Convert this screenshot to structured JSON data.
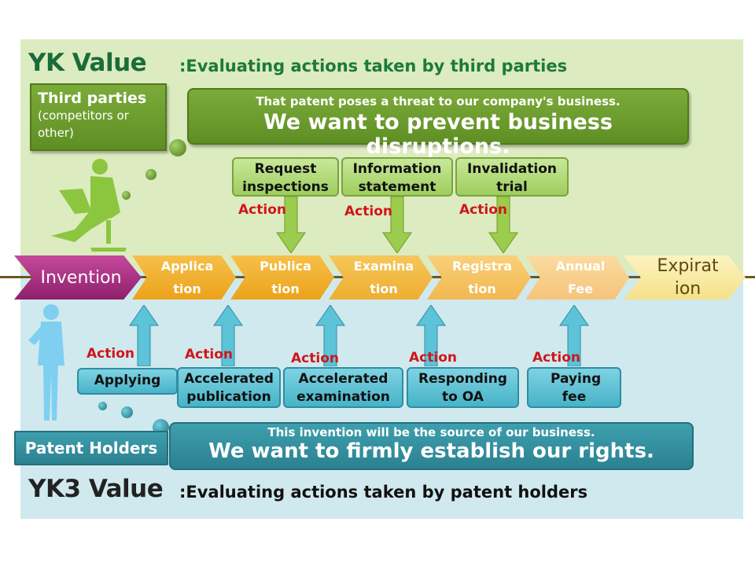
{
  "yk": {
    "title": "YK Value",
    "subtitle": ":Evaluating actions taken by third parties"
  },
  "third": {
    "title": "Third parties",
    "desc": "(competitors or other)"
  },
  "threat": {
    "line1": "That patent poses a threat to our company's business.",
    "line2": "We want to prevent business disruptions."
  },
  "top_actions": [
    {
      "label": "Request inspections",
      "action": "Action"
    },
    {
      "label": "Information statement",
      "action": "Action"
    },
    {
      "label": "Invalidation trial",
      "action": "Action"
    }
  ],
  "stages": [
    {
      "l1": "Invention",
      "l2": ""
    },
    {
      "l1": "Applica",
      "l2": "tion"
    },
    {
      "l1": "Publica",
      "l2": "tion"
    },
    {
      "l1": "Examina",
      "l2": "tion"
    },
    {
      "l1": "Registra",
      "l2": "tion"
    },
    {
      "l1": "Annual",
      "l2": "Fee"
    },
    {
      "l1": "Expirat",
      "l2": "ion"
    }
  ],
  "bottom_actions": [
    {
      "label": "Applying",
      "action": "Action"
    },
    {
      "label": "Accelerated publication",
      "action": "Action"
    },
    {
      "label": "Accelerated examination",
      "action": "Action"
    },
    {
      "label": "Responding to OA",
      "action": "Action"
    },
    {
      "label": "Paying fee",
      "action": "Action"
    }
  ],
  "holders": {
    "label": "Patent Holders",
    "line1": "This invention will be the source of our business.",
    "line2": "We want to firmly establish our rights."
  },
  "yk3": {
    "title": "YK3 Value",
    "subtitle": ":Evaluating actions taken by patent holders"
  },
  "colors": {
    "green": "#6a9a2c",
    "teal": "#2f8a99",
    "magenta": "#a8287f",
    "orange": "#f0a51e",
    "red": "#d0161b"
  }
}
